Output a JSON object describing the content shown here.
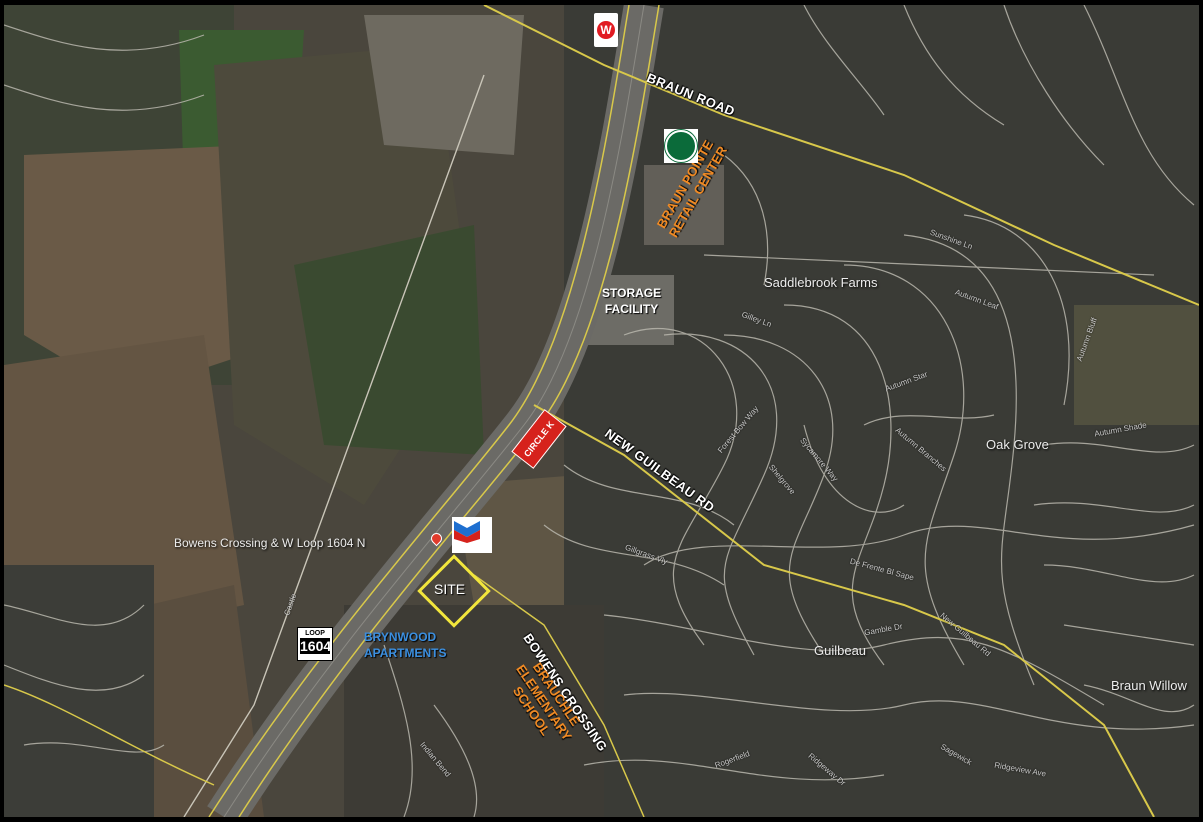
{
  "roads": {
    "braun_road": "BRAUN ROAD",
    "new_guilbeau": "NEW GUILBEAU RD",
    "bowens_crossing": "BOWENS CROSSING",
    "loop_top": "LOOP",
    "loop_num": "1604"
  },
  "places": {
    "saddlebrook": "Saddlebrook Farms",
    "oak_grove": "Oak Grove",
    "guilbeau": "Guilbeau",
    "braun_willow": "Braun Willow",
    "pin_label": "Bowens Crossing & W Loop 1604 N"
  },
  "pois": {
    "storage_line1": "STORAGE",
    "storage_line2": "FACILITY",
    "braun_pointe_line1": "BRAUN POINTE",
    "braun_pointe_line2": "RETAIL CENTER",
    "brynwood_line1": "BRYNWOOD",
    "brynwood_line2": "APARTMENTS",
    "school_line1": "BRAUCHLE",
    "school_line2": "ELEMENTARY",
    "school_line3": "SCHOOL",
    "site": "SITE",
    "circle_k": "CIRCLE K"
  },
  "streets": {
    "s1": "Autumn Star",
    "s2": "Autumn Branches",
    "s3": "Autumn Shade",
    "s4": "Autumn Leaf",
    "s5": "Sunshine Ln",
    "s6": "Gilley Ln",
    "s7": "Forest Bow Way",
    "s8": "Shelgrove",
    "s9": "Sycamore Way",
    "s10": "Gillgrass Vly",
    "s11": "De Frente Bl Sape",
    "s12": "Gamble Dr",
    "s13": "New Guilbeau Rd",
    "s14": "Ridgeview Ave",
    "s15": "Ridgeway Dr",
    "s16": "Indian Bend",
    "s17": "Rogerfield",
    "s18": "Sagewick",
    "s19": "Autumn Bluff",
    "s20": "Castle"
  },
  "colors": {
    "site_outline": "#f2e63c",
    "roads_yellow": "#d8c84a",
    "labels_orange": "#f08a24",
    "labels_blue": "#3b8fe0"
  }
}
